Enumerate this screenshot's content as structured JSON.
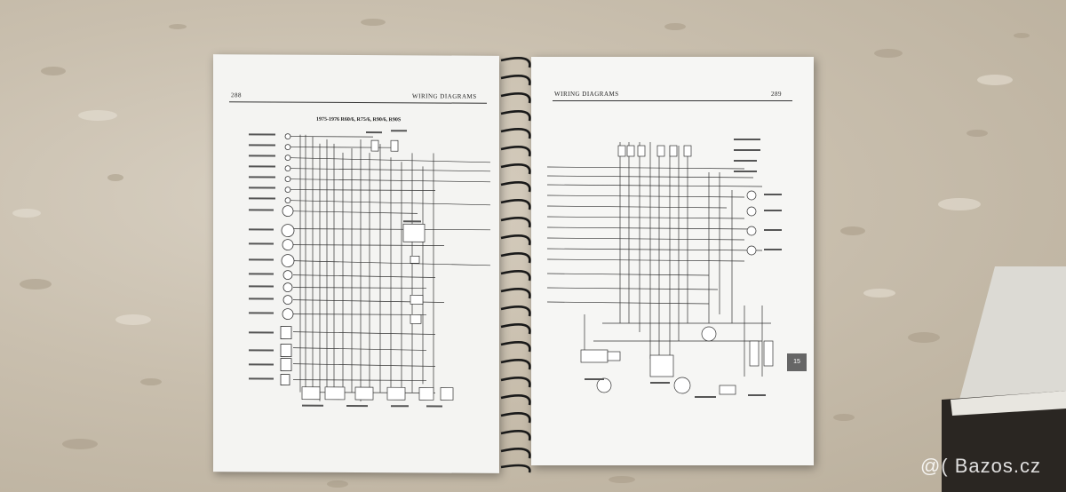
{
  "photo": {
    "subject": "Open spiral-bound manual showing wiring diagrams on marble surface"
  },
  "left_page": {
    "page_number": "288",
    "header": "WIRING DIAGRAMS",
    "diagram_title": "1975-1976 R60/6, R75/6, R90/6, R90S"
  },
  "right_page": {
    "header": "WIRING DIAGRAMS",
    "page_number": "289",
    "section_tab": "15"
  },
  "watermark": "@( Bazos.cz",
  "colors": {
    "stone": "#c9bfae",
    "paper": "#f4f4f2",
    "ink": "#333333",
    "tab": "#666666"
  }
}
